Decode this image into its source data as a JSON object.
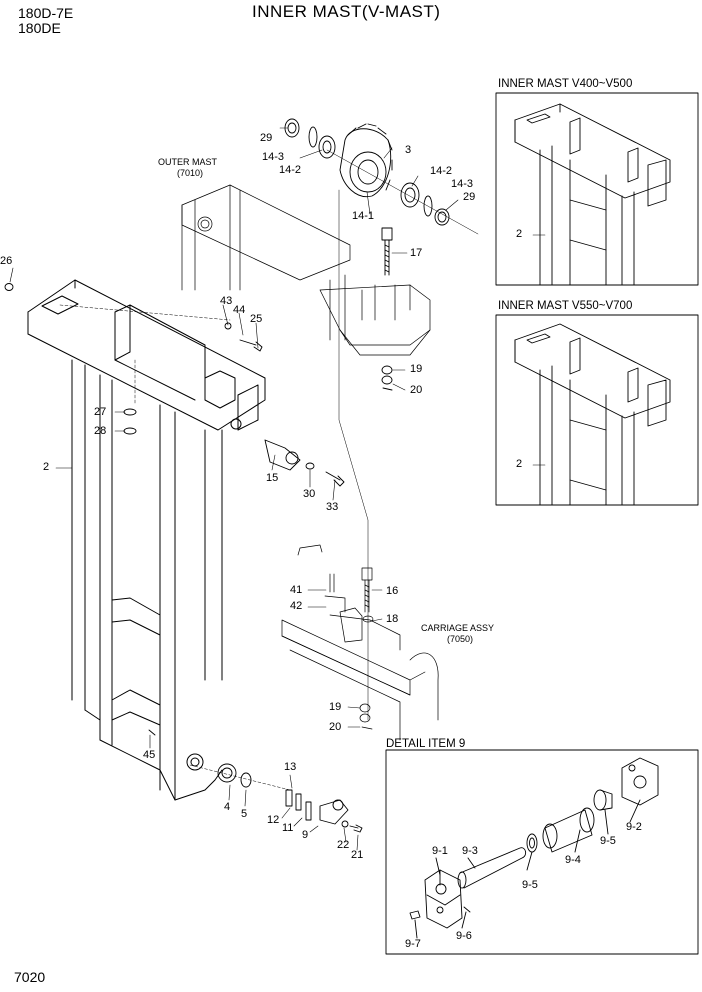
{
  "header": {
    "model_1": "180D-7E",
    "model_2": "180DE",
    "title": "INNER MAST(V-MAST)"
  },
  "labels": {
    "outer_mast": "OUTER MAST",
    "outer_mast_ref": "(7010)",
    "carriage_assy": "CARRIAGE ASSY",
    "carriage_assy_ref": "(7050)"
  },
  "inset_boxes": [
    {
      "title": "INNER MAST V400~V500",
      "part": "2"
    },
    {
      "title": "INNER MAST V550~V700",
      "part": "2"
    },
    {
      "title": "DETAIL ITEM 9"
    }
  ],
  "callouts": {
    "c29a": "29",
    "c14_3a": "14-3",
    "c14_2a": "14-2",
    "c3": "3",
    "c14_2b": "14-2",
    "c14_3b": "14-3",
    "c29b": "29",
    "c14_1": "14-1",
    "c17": "17",
    "c26": "26",
    "c43": "43",
    "c44": "44",
    "c25": "25",
    "c19a": "19",
    "c20a": "20",
    "c27": "27",
    "c28": "28",
    "c2": "2",
    "c15": "15",
    "c30": "30",
    "c33": "33",
    "c41": "41",
    "c16": "16",
    "c42": "42",
    "c18": "18",
    "c19b": "19",
    "c20b": "20",
    "c45": "45",
    "c13": "13",
    "c4": "4",
    "c5": "5",
    "c12": "12",
    "c11": "11",
    "c9": "9",
    "c22": "22",
    "c21": "21",
    "d9_1": "9-1",
    "d9_3": "9-3",
    "d9_4": "9-4",
    "d9_5a": "9-5",
    "d9_5b": "9-5",
    "d9_2": "9-2",
    "d9_7": "9-7",
    "d9_6": "9-6"
  },
  "footer": {
    "page_number": "7020"
  }
}
